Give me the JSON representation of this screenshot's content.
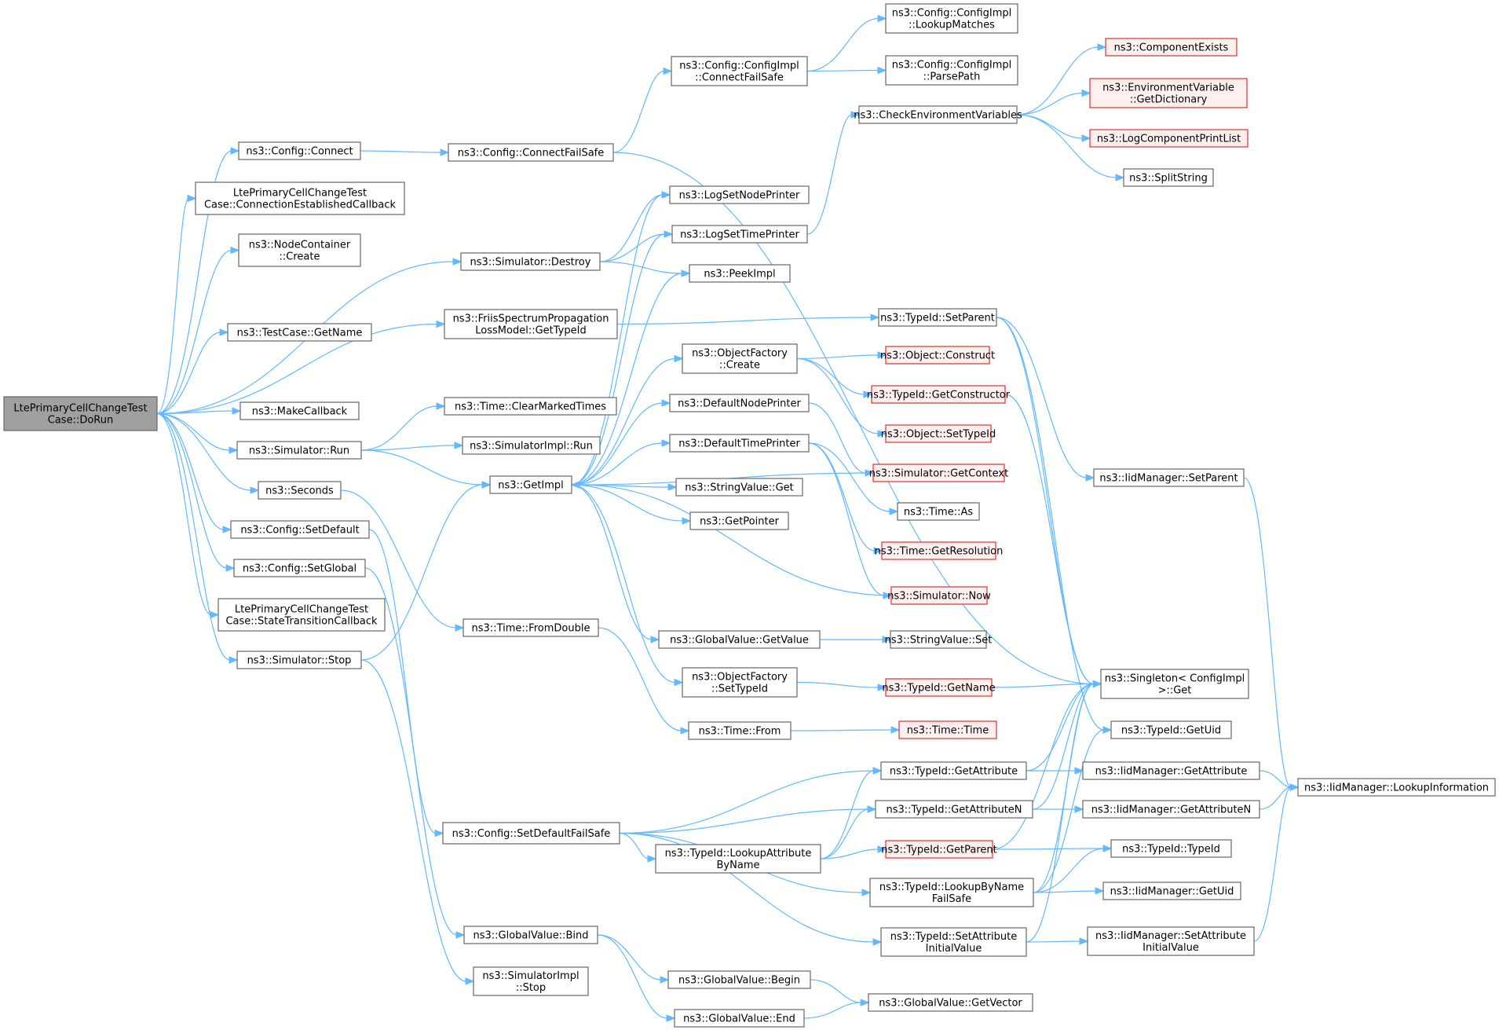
{
  "colors": {
    "edge": "#63b8ff",
    "root_fill": "#a0a0a0",
    "truncated_border": "#e03030",
    "truncated_fill": "#fff0f0",
    "node_border": "#666666"
  },
  "nodes": [
    {
      "id": "root",
      "lines": [
        "LtePrimaryCellChangeTest",
        "Case::DoRun"
      ],
      "style": "root"
    },
    {
      "id": "cfgConnect",
      "lines": [
        "ns3::Config::Connect"
      ]
    },
    {
      "id": "connEst",
      "lines": [
        "LtePrimaryCellChangeTest",
        "Case::ConnectionEstablishedCallback"
      ]
    },
    {
      "id": "ncCreate",
      "lines": [
        "ns3::NodeContainer",
        "::Create"
      ]
    },
    {
      "id": "tcGetName",
      "lines": [
        "ns3::TestCase::GetName"
      ]
    },
    {
      "id": "makeCb",
      "lines": [
        "ns3::MakeCallback"
      ]
    },
    {
      "id": "simRun",
      "lines": [
        "ns3::Simulator::Run"
      ]
    },
    {
      "id": "seconds",
      "lines": [
        "ns3::Seconds"
      ]
    },
    {
      "id": "cfgSetDefault",
      "lines": [
        "ns3::Config::SetDefault"
      ]
    },
    {
      "id": "cfgSetGlobal",
      "lines": [
        "ns3::Config::SetGlobal"
      ]
    },
    {
      "id": "stateTrans",
      "lines": [
        "LtePrimaryCellChangeTest",
        "Case::StateTransitionCallback"
      ]
    },
    {
      "id": "simStop",
      "lines": [
        "ns3::Simulator::Stop"
      ]
    },
    {
      "id": "cfgConnectFS",
      "lines": [
        "ns3::Config::ConnectFailSafe"
      ]
    },
    {
      "id": "simDestroy",
      "lines": [
        "ns3::Simulator::Destroy"
      ]
    },
    {
      "id": "friis",
      "lines": [
        "ns3::FriisSpectrumPropagation",
        "LossModel::GetTypeId"
      ]
    },
    {
      "id": "clearMarked",
      "lines": [
        "ns3::Time::ClearMarkedTimes"
      ]
    },
    {
      "id": "simImplRun",
      "lines": [
        "ns3::SimulatorImpl::Run"
      ]
    },
    {
      "id": "getImpl",
      "lines": [
        "ns3::GetImpl"
      ]
    },
    {
      "id": "fromDouble",
      "lines": [
        "ns3::Time::FromDouble"
      ]
    },
    {
      "id": "cfgSetDefFS",
      "lines": [
        "ns3::Config::SetDefaultFailSafe"
      ]
    },
    {
      "id": "gvBind",
      "lines": [
        "ns3::GlobalValue::Bind"
      ]
    },
    {
      "id": "simImplStop",
      "lines": [
        "ns3::SimulatorImpl",
        "::Stop"
      ]
    },
    {
      "id": "cfgImplConnFS",
      "lines": [
        "ns3::Config::ConfigImpl",
        "::ConnectFailSafe"
      ]
    },
    {
      "id": "logSetNode",
      "lines": [
        "ns3::LogSetNodePrinter"
      ]
    },
    {
      "id": "logSetTime",
      "lines": [
        "ns3::LogSetTimePrinter"
      ]
    },
    {
      "id": "peekImpl",
      "lines": [
        "ns3::PeekImpl"
      ]
    },
    {
      "id": "ofCreate",
      "lines": [
        "ns3::ObjectFactory",
        "::Create"
      ]
    },
    {
      "id": "defNodePr",
      "lines": [
        "ns3::DefaultNodePrinter"
      ]
    },
    {
      "id": "defTimePr",
      "lines": [
        "ns3::DefaultTimePrinter"
      ]
    },
    {
      "id": "svGet",
      "lines": [
        "ns3::StringValue::Get"
      ]
    },
    {
      "id": "getPointer",
      "lines": [
        "ns3::GetPointer"
      ]
    },
    {
      "id": "gvGetValue",
      "lines": [
        "ns3::GlobalValue::GetValue"
      ]
    },
    {
      "id": "ofSetTypeId",
      "lines": [
        "ns3::ObjectFactory",
        "::SetTypeId"
      ]
    },
    {
      "id": "timeFrom",
      "lines": [
        "ns3::Time::From"
      ]
    },
    {
      "id": "tidLookupAttr",
      "lines": [
        "ns3::TypeId::LookupAttribute",
        "ByName"
      ]
    },
    {
      "id": "gvBegin",
      "lines": [
        "ns3::GlobalValue::Begin"
      ]
    },
    {
      "id": "gvEnd",
      "lines": [
        "ns3::GlobalValue::End"
      ]
    },
    {
      "id": "lookupMatches",
      "lines": [
        "ns3::Config::ConfigImpl",
        "::LookupMatches"
      ]
    },
    {
      "id": "parsePath",
      "lines": [
        "ns3::Config::ConfigImpl",
        "::ParsePath"
      ]
    },
    {
      "id": "checkEnv",
      "lines": [
        "ns3::CheckEnvironmentVariables"
      ]
    },
    {
      "id": "tidSetParent",
      "lines": [
        "ns3::TypeId::SetParent"
      ]
    },
    {
      "id": "objConstruct",
      "lines": [
        "ns3::Object::Construct"
      ],
      "style": "trunc"
    },
    {
      "id": "tidGetCtor",
      "lines": [
        "ns3::TypeId::GetConstructor"
      ],
      "style": "trunc"
    },
    {
      "id": "objSetTid",
      "lines": [
        "ns3::Object::SetTypeId"
      ],
      "style": "trunc"
    },
    {
      "id": "simGetCtx",
      "lines": [
        "ns3::Simulator::GetContext"
      ],
      "style": "trunc"
    },
    {
      "id": "timeAs",
      "lines": [
        "ns3::Time::As"
      ]
    },
    {
      "id": "timeGetRes",
      "lines": [
        "ns3::Time::GetResolution"
      ],
      "style": "trunc"
    },
    {
      "id": "simNow",
      "lines": [
        "ns3::Simulator::Now"
      ],
      "style": "trunc"
    },
    {
      "id": "svSet",
      "lines": [
        "ns3::StringValue::Set"
      ]
    },
    {
      "id": "tidGetName",
      "lines": [
        "ns3::TypeId::GetName"
      ],
      "style": "trunc"
    },
    {
      "id": "timeTime",
      "lines": [
        "ns3::Time::Time"
      ],
      "style": "trunc"
    },
    {
      "id": "tidGetAttr",
      "lines": [
        "ns3::TypeId::GetAttribute"
      ]
    },
    {
      "id": "tidGetAttrN",
      "lines": [
        "ns3::TypeId::GetAttributeN"
      ]
    },
    {
      "id": "tidGetParent",
      "lines": [
        "ns3::TypeId::GetParent"
      ],
      "style": "trunc"
    },
    {
      "id": "tidLookupByName",
      "lines": [
        "ns3::TypeId::LookupByName",
        "FailSafe"
      ]
    },
    {
      "id": "tidSetAttrInit",
      "lines": [
        "ns3::TypeId::SetAttribute",
        "InitialValue"
      ]
    },
    {
      "id": "gvGetVector",
      "lines": [
        "ns3::GlobalValue::GetVector"
      ]
    },
    {
      "id": "compExists",
      "lines": [
        "ns3::ComponentExists"
      ],
      "style": "trunc"
    },
    {
      "id": "envGetDict",
      "lines": [
        "ns3::EnvironmentVariable",
        "::GetDictionary"
      ],
      "style": "trunc"
    },
    {
      "id": "logCompPrint",
      "lines": [
        "ns3::LogComponentPrintList"
      ],
      "style": "trunc"
    },
    {
      "id": "splitString",
      "lines": [
        "ns3::SplitString"
      ]
    },
    {
      "id": "iidSetParent",
      "lines": [
        "ns3::IidManager::SetParent"
      ]
    },
    {
      "id": "singletonGet",
      "lines": [
        "ns3::Singleton< ConfigImpl",
        ">::Get"
      ]
    },
    {
      "id": "tidGetUid",
      "lines": [
        "ns3::TypeId::GetUid"
      ]
    },
    {
      "id": "iidGetAttr",
      "lines": [
        "ns3::IidManager::GetAttribute"
      ]
    },
    {
      "id": "iidGetAttrN",
      "lines": [
        "ns3::IidManager::GetAttributeN"
      ]
    },
    {
      "id": "tidTypeId",
      "lines": [
        "ns3::TypeId::TypeId"
      ]
    },
    {
      "id": "iidGetUid",
      "lines": [
        "ns3::IidManager::GetUid"
      ]
    },
    {
      "id": "iidSetAttrInit",
      "lines": [
        "ns3::IidManager::SetAttribute",
        "InitialValue"
      ]
    },
    {
      "id": "iidLookupInfo",
      "lines": [
        "ns3::IidManager::LookupInformation"
      ]
    }
  ],
  "edges": [
    [
      "root",
      "cfgConnect"
    ],
    [
      "root",
      "connEst"
    ],
    [
      "root",
      "ncCreate"
    ],
    [
      "root",
      "simDestroy"
    ],
    [
      "root",
      "tcGetName"
    ],
    [
      "root",
      "friis"
    ],
    [
      "root",
      "makeCb"
    ],
    [
      "root",
      "simRun"
    ],
    [
      "root",
      "seconds"
    ],
    [
      "root",
      "cfgSetDefault"
    ],
    [
      "root",
      "cfgSetGlobal"
    ],
    [
      "root",
      "stateTrans"
    ],
    [
      "root",
      "simStop"
    ],
    [
      "cfgConnect",
      "cfgConnectFS"
    ],
    [
      "cfgConnectFS",
      "cfgImplConnFS"
    ],
    [
      "cfgConnectFS",
      "singletonGet"
    ],
    [
      "cfgImplConnFS",
      "lookupMatches"
    ],
    [
      "cfgImplConnFS",
      "parsePath"
    ],
    [
      "simDestroy",
      "logSetNode"
    ],
    [
      "simDestroy",
      "logSetTime"
    ],
    [
      "simDestroy",
      "peekImpl"
    ],
    [
      "friis",
      "tidSetParent"
    ],
    [
      "simRun",
      "clearMarked"
    ],
    [
      "simRun",
      "simImplRun"
    ],
    [
      "simRun",
      "getImpl"
    ],
    [
      "seconds",
      "fromDouble"
    ],
    [
      "cfgSetDefault",
      "cfgSetDefFS"
    ],
    [
      "cfgSetGlobal",
      "gvBind"
    ],
    [
      "simStop",
      "getImpl"
    ],
    [
      "simStop",
      "simImplStop"
    ],
    [
      "getImpl",
      "logSetNode"
    ],
    [
      "getImpl",
      "logSetTime"
    ],
    [
      "getImpl",
      "peekImpl"
    ],
    [
      "getImpl",
      "ofCreate"
    ],
    [
      "getImpl",
      "defNodePr"
    ],
    [
      "getImpl",
      "defTimePr"
    ],
    [
      "getImpl",
      "svGet"
    ],
    [
      "getImpl",
      "getPointer"
    ],
    [
      "getImpl",
      "gvGetValue"
    ],
    [
      "getImpl",
      "ofSetTypeId"
    ],
    [
      "logSetTime",
      "checkEnv"
    ],
    [
      "checkEnv",
      "compExists"
    ],
    [
      "checkEnv",
      "envGetDict"
    ],
    [
      "checkEnv",
      "logCompPrint"
    ],
    [
      "checkEnv",
      "splitString"
    ],
    [
      "ofCreate",
      "objConstruct"
    ],
    [
      "ofCreate",
      "tidGetCtor"
    ],
    [
      "ofCreate",
      "objSetTid"
    ],
    [
      "defNodePr",
      "simGetCtx"
    ],
    [
      "defTimePr",
      "timeAs"
    ],
    [
      "defTimePr",
      "timeGetRes"
    ],
    [
      "defTimePr",
      "simNow"
    ],
    [
      "simGetCtx",
      "getImpl"
    ],
    [
      "simNow",
      "getImpl"
    ],
    [
      "gvGetValue",
      "svSet"
    ],
    [
      "ofSetTypeId",
      "tidGetName"
    ],
    [
      "fromDouble",
      "timeFrom"
    ],
    [
      "timeFrom",
      "timeTime"
    ],
    [
      "tidSetParent",
      "iidSetParent"
    ],
    [
      "tidSetParent",
      "singletonGet"
    ],
    [
      "tidSetParent",
      "tidGetUid"
    ],
    [
      "tidGetCtor",
      "singletonGet"
    ],
    [
      "tidGetName",
      "singletonGet"
    ],
    [
      "iidSetParent",
      "iidLookupInfo"
    ],
    [
      "cfgSetDefFS",
      "tidGetAttr"
    ],
    [
      "cfgSetDefFS",
      "tidGetAttrN"
    ],
    [
      "cfgSetDefFS",
      "tidLookupAttr"
    ],
    [
      "cfgSetDefFS",
      "tidLookupByName"
    ],
    [
      "cfgSetDefFS",
      "tidSetAttrInit"
    ],
    [
      "tidLookupAttr",
      "tidGetAttr"
    ],
    [
      "tidLookupAttr",
      "tidGetAttrN"
    ],
    [
      "tidLookupAttr",
      "tidGetParent"
    ],
    [
      "tidGetAttr",
      "iidGetAttr"
    ],
    [
      "tidGetAttr",
      "singletonGet"
    ],
    [
      "tidGetAttrN",
      "iidGetAttrN"
    ],
    [
      "tidGetAttrN",
      "singletonGet"
    ],
    [
      "tidGetParent",
      "tidTypeId"
    ],
    [
      "tidGetParent",
      "singletonGet"
    ],
    [
      "tidLookupByName",
      "iidGetUid"
    ],
    [
      "tidLookupByName",
      "tidTypeId"
    ],
    [
      "tidLookupByName",
      "singletonGet"
    ],
    [
      "tidLookupByName",
      "tidGetUid"
    ],
    [
      "tidSetAttrInit",
      "iidSetAttrInit"
    ],
    [
      "tidSetAttrInit",
      "singletonGet"
    ],
    [
      "iidGetAttr",
      "iidLookupInfo"
    ],
    [
      "iidGetAttrN",
      "iidLookupInfo"
    ],
    [
      "iidSetAttrInit",
      "iidLookupInfo"
    ],
    [
      "gvBind",
      "gvBegin"
    ],
    [
      "gvBind",
      "gvEnd"
    ],
    [
      "gvBegin",
      "gvGetVector"
    ],
    [
      "gvEnd",
      "gvGetVector"
    ]
  ]
}
